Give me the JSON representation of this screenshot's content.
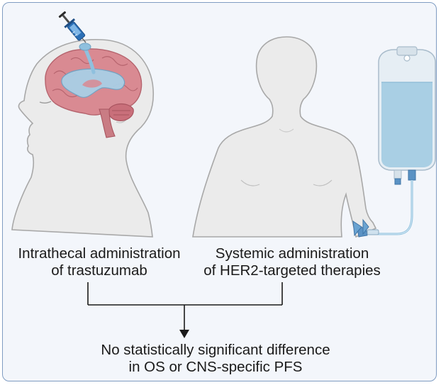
{
  "left_label": {
    "line1": "Intrathecal administration",
    "line2": "of trastuzumab"
  },
  "right_label": {
    "line1": "Systemic administration",
    "line2": "of HER2-targeted therapies"
  },
  "conclusion": {
    "line1": "No statistically significant difference",
    "line2": "in OS or CNS-specific PFS"
  },
  "colors": {
    "frame_border": "#7f9cc2",
    "background": "#f3f6fb",
    "skin": "#ebebeb",
    "outline": "#a8a8a8",
    "brain": "#d98a92",
    "csf": "#a9cfe6",
    "iv_fluid": "#9ec9e0"
  },
  "icons": [
    "syringe-icon",
    "head-icon",
    "brain-icon",
    "torso-icon",
    "iv-bag-icon",
    "iv-catheter-icon"
  ]
}
